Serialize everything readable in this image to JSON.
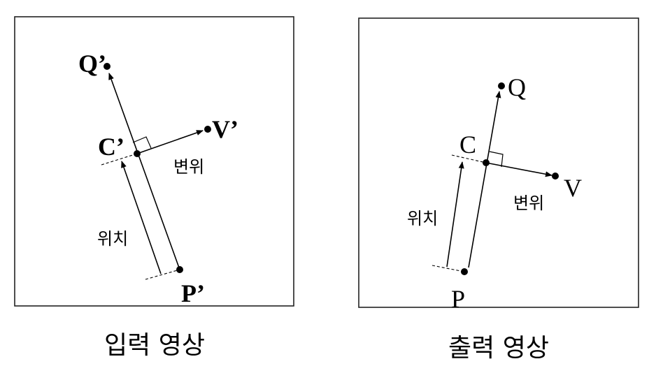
{
  "colors": {
    "ink": "#000000",
    "frame": "#222222",
    "background": "#ffffff"
  },
  "panels": [
    {
      "id": "input",
      "caption": "입력 영상",
      "points": {
        "Q": {
          "label": "Q’"
        },
        "C": {
          "label": "C’"
        },
        "V": {
          "label": "V’"
        },
        "P": {
          "label": "P’"
        }
      },
      "position_label": "위치",
      "displacement_label": "변위"
    },
    {
      "id": "output",
      "caption": "출력 영상",
      "points": {
        "Q": {
          "label": "Q"
        },
        "C": {
          "label": "C"
        },
        "V": {
          "label": "V"
        },
        "P": {
          "label": "P"
        }
      },
      "position_label": "위치",
      "displacement_label": "변위"
    }
  ]
}
